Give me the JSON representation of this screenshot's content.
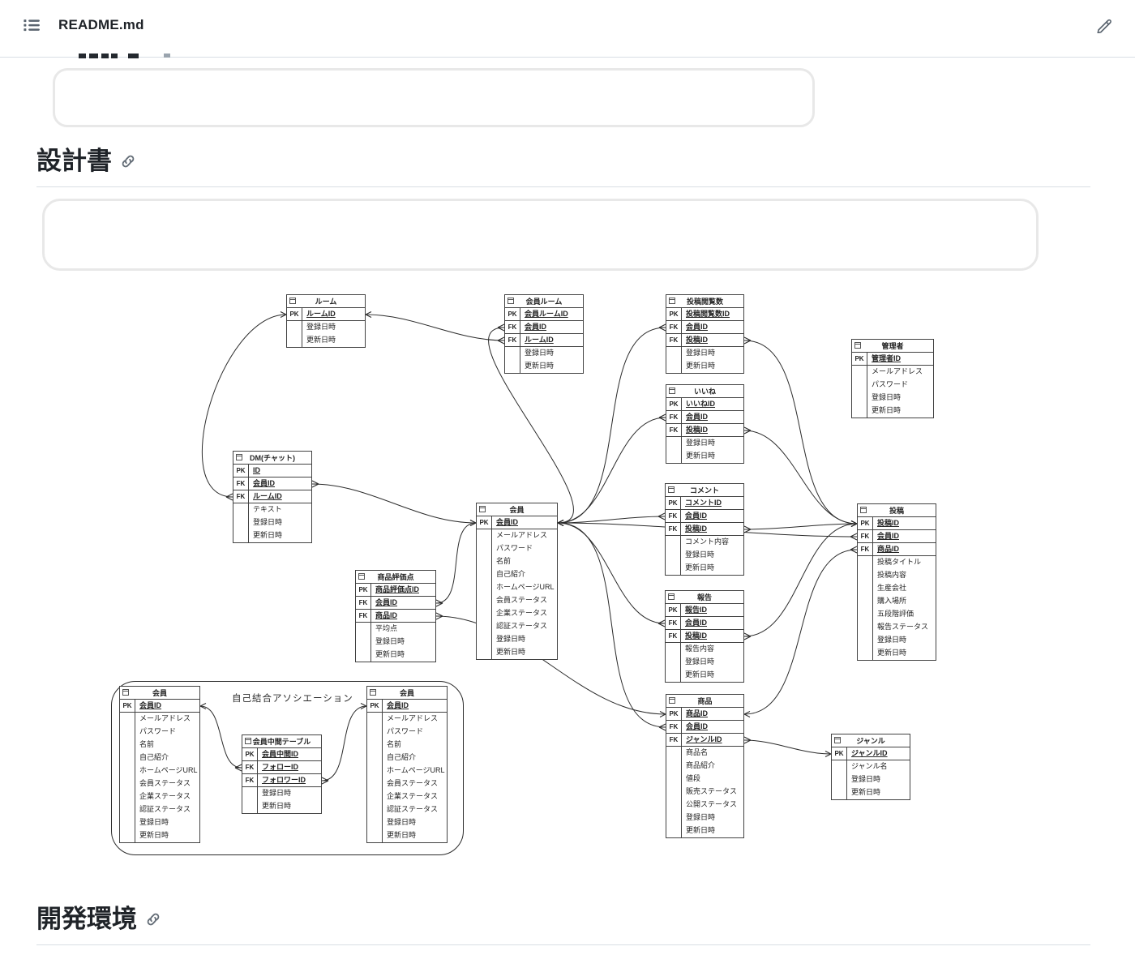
{
  "header": {
    "title": "README.md"
  },
  "sections": {
    "design_heading": "設計書",
    "env_heading": "開発環境"
  },
  "diagram": {
    "self_join_label": "自己結合アソシエーション",
    "tables": [
      {
        "id": "room",
        "title": "ルーム",
        "rows": [
          {
            "k": "PK",
            "n": "ルームID"
          },
          {
            "k": "",
            "n": "登録日時"
          },
          {
            "k": "",
            "n": "更新日時"
          }
        ]
      },
      {
        "id": "member_room",
        "title": "会員ルーム",
        "rows": [
          {
            "k": "PK",
            "n": "会員ルームID"
          },
          {
            "k": "FK",
            "n": "会員ID"
          },
          {
            "k": "FK",
            "n": "ルームID"
          },
          {
            "k": "",
            "n": "登録日時"
          },
          {
            "k": "",
            "n": "更新日時"
          }
        ]
      },
      {
        "id": "post_view",
        "title": "投稿閲覧数",
        "rows": [
          {
            "k": "PK",
            "n": "投稿閲覧数ID"
          },
          {
            "k": "FK",
            "n": "会員ID"
          },
          {
            "k": "FK",
            "n": "投稿ID"
          },
          {
            "k": "",
            "n": "登録日時"
          },
          {
            "k": "",
            "n": "更新日時"
          }
        ]
      },
      {
        "id": "admin",
        "title": "管理者",
        "rows": [
          {
            "k": "PK",
            "n": "管理者ID"
          },
          {
            "k": "",
            "n": "メールアドレス"
          },
          {
            "k": "",
            "n": "パスワード"
          },
          {
            "k": "",
            "n": "登録日時"
          },
          {
            "k": "",
            "n": "更新日時"
          }
        ]
      },
      {
        "id": "like",
        "title": "いいね",
        "rows": [
          {
            "k": "PK",
            "n": "いいねID"
          },
          {
            "k": "FK",
            "n": "会員ID"
          },
          {
            "k": "FK",
            "n": "投稿ID"
          },
          {
            "k": "",
            "n": "登録日時"
          },
          {
            "k": "",
            "n": "更新日時"
          }
        ]
      },
      {
        "id": "dm",
        "title": "DM(チャット)",
        "rows": [
          {
            "k": "PK",
            "n": "ID"
          },
          {
            "k": "FK",
            "n": "会員ID"
          },
          {
            "k": "FK",
            "n": "ルームID"
          },
          {
            "k": "",
            "n": "テキスト"
          },
          {
            "k": "",
            "n": "登録日時"
          },
          {
            "k": "",
            "n": "更新日時"
          }
        ]
      },
      {
        "id": "comment",
        "title": "コメント",
        "rows": [
          {
            "k": "PK",
            "n": "コメントID"
          },
          {
            "k": "FK",
            "n": "会員ID"
          },
          {
            "k": "FK",
            "n": "投稿ID"
          },
          {
            "k": "",
            "n": "コメント内容"
          },
          {
            "k": "",
            "n": "登録日時"
          },
          {
            "k": "",
            "n": "更新日時"
          }
        ]
      },
      {
        "id": "member",
        "title": "会員",
        "rows": [
          {
            "k": "PK",
            "n": "会員ID"
          },
          {
            "k": "",
            "n": "メールアドレス"
          },
          {
            "k": "",
            "n": "パスワード"
          },
          {
            "k": "",
            "n": "名前"
          },
          {
            "k": "",
            "n": "自己紹介"
          },
          {
            "k": "",
            "n": "ホームページURL"
          },
          {
            "k": "",
            "n": "会員ステータス"
          },
          {
            "k": "",
            "n": "企業ステータス"
          },
          {
            "k": "",
            "n": "認証ステータス"
          },
          {
            "k": "",
            "n": "登録日時"
          },
          {
            "k": "",
            "n": "更新日時"
          }
        ]
      },
      {
        "id": "post",
        "title": "投稿",
        "rows": [
          {
            "k": "PK",
            "n": "投稿ID"
          },
          {
            "k": "FK",
            "n": "会員ID"
          },
          {
            "k": "FK",
            "n": "商品ID"
          },
          {
            "k": "",
            "n": "投稿タイトル"
          },
          {
            "k": "",
            "n": "投稿内容"
          },
          {
            "k": "",
            "n": "生産会社"
          },
          {
            "k": "",
            "n": "購入場所"
          },
          {
            "k": "",
            "n": "五段階評価"
          },
          {
            "k": "",
            "n": "報告ステータス"
          },
          {
            "k": "",
            "n": "登録日時"
          },
          {
            "k": "",
            "n": "更新日時"
          }
        ]
      },
      {
        "id": "product_rating",
        "title": "商品評価点",
        "rows": [
          {
            "k": "PK",
            "n": "商品評価点ID"
          },
          {
            "k": "FK",
            "n": "会員ID"
          },
          {
            "k": "FK",
            "n": "商品ID"
          },
          {
            "k": "",
            "n": "平均点"
          },
          {
            "k": "",
            "n": "登録日時"
          },
          {
            "k": "",
            "n": "更新日時"
          }
        ]
      },
      {
        "id": "report",
        "title": "報告",
        "rows": [
          {
            "k": "PK",
            "n": "報告ID"
          },
          {
            "k": "FK",
            "n": "会員ID"
          },
          {
            "k": "FK",
            "n": "投稿ID"
          },
          {
            "k": "",
            "n": "報告内容"
          },
          {
            "k": "",
            "n": "登録日時"
          },
          {
            "k": "",
            "n": "更新日時"
          }
        ]
      },
      {
        "id": "product",
        "title": "商品",
        "rows": [
          {
            "k": "PK",
            "n": "商品ID"
          },
          {
            "k": "FK",
            "n": "会員ID"
          },
          {
            "k": "FK",
            "n": "ジャンルID"
          },
          {
            "k": "",
            "n": "商品名"
          },
          {
            "k": "",
            "n": "商品紹介"
          },
          {
            "k": "",
            "n": "値段"
          },
          {
            "k": "",
            "n": "販売ステータス"
          },
          {
            "k": "",
            "n": "公開ステータス"
          },
          {
            "k": "",
            "n": "登録日時"
          },
          {
            "k": "",
            "n": "更新日時"
          }
        ]
      },
      {
        "id": "genre",
        "title": "ジャンル",
        "rows": [
          {
            "k": "PK",
            "n": "ジャンルID"
          },
          {
            "k": "",
            "n": "ジャンル名"
          },
          {
            "k": "",
            "n": "登録日時"
          },
          {
            "k": "",
            "n": "更新日時"
          }
        ]
      },
      {
        "id": "member_left",
        "title": "会員",
        "rows": [
          {
            "k": "PK",
            "n": "会員ID"
          },
          {
            "k": "",
            "n": "メールアドレス"
          },
          {
            "k": "",
            "n": "パスワード"
          },
          {
            "k": "",
            "n": "名前"
          },
          {
            "k": "",
            "n": "自己紹介"
          },
          {
            "k": "",
            "n": "ホームページURL"
          },
          {
            "k": "",
            "n": "会員ステータス"
          },
          {
            "k": "",
            "n": "企業ステータス"
          },
          {
            "k": "",
            "n": "認証ステータス"
          },
          {
            "k": "",
            "n": "登録日時"
          },
          {
            "k": "",
            "n": "更新日時"
          }
        ]
      },
      {
        "id": "member_mid",
        "title": "会員中間テーブル",
        "rows": [
          {
            "k": "PK",
            "n": "会員中間ID"
          },
          {
            "k": "FK",
            "n": "フォローID"
          },
          {
            "k": "FK",
            "n": "フォロワーID"
          },
          {
            "k": "",
            "n": "登録日時"
          },
          {
            "k": "",
            "n": "更新日時"
          }
        ]
      },
      {
        "id": "member_right",
        "title": "会員",
        "rows": [
          {
            "k": "PK",
            "n": "会員ID"
          },
          {
            "k": "",
            "n": "メールアドレス"
          },
          {
            "k": "",
            "n": "パスワード"
          },
          {
            "k": "",
            "n": "名前"
          },
          {
            "k": "",
            "n": "自己紹介"
          },
          {
            "k": "",
            "n": "ホームページURL"
          },
          {
            "k": "",
            "n": "会員ステータス"
          },
          {
            "k": "",
            "n": "企業ステータス"
          },
          {
            "k": "",
            "n": "認証ステータス"
          },
          {
            "k": "",
            "n": "登録日時"
          },
          {
            "k": "",
            "n": "更新日時"
          }
        ]
      }
    ],
    "relationships": [
      {
        "from": "room.ルームID",
        "to": "member_room.ルームID"
      },
      {
        "from": "room.ルームID",
        "to": "dm.ルームID"
      },
      {
        "from": "member.会員ID",
        "to": "dm.会員ID"
      },
      {
        "from": "member.会員ID",
        "to": "member_room.会員ID"
      },
      {
        "from": "member.会員ID",
        "to": "post_view.会員ID"
      },
      {
        "from": "member.会員ID",
        "to": "like.会員ID"
      },
      {
        "from": "member.会員ID",
        "to": "comment.会員ID"
      },
      {
        "from": "member.会員ID",
        "to": "report.会員ID"
      },
      {
        "from": "member.会員ID",
        "to": "product.会員ID"
      },
      {
        "from": "member.会員ID",
        "to": "post.会員ID"
      },
      {
        "from": "member.会員ID",
        "to": "product_rating.会員ID"
      },
      {
        "from": "post.投稿ID",
        "to": "post_view.投稿ID"
      },
      {
        "from": "post.投稿ID",
        "to": "like.投稿ID"
      },
      {
        "from": "post.投稿ID",
        "to": "comment.投稿ID"
      },
      {
        "from": "post.投稿ID",
        "to": "report.投稿ID"
      },
      {
        "from": "product.商品ID",
        "to": "post.商品ID"
      },
      {
        "from": "product.商品ID",
        "to": "product_rating.商品ID"
      },
      {
        "from": "genre.ジャンルID",
        "to": "product.ジャンルID"
      },
      {
        "from": "member_left.会員ID",
        "to": "member_mid.フォローID"
      },
      {
        "from": "member_right.会員ID",
        "to": "member_mid.フォロワーID"
      }
    ]
  }
}
